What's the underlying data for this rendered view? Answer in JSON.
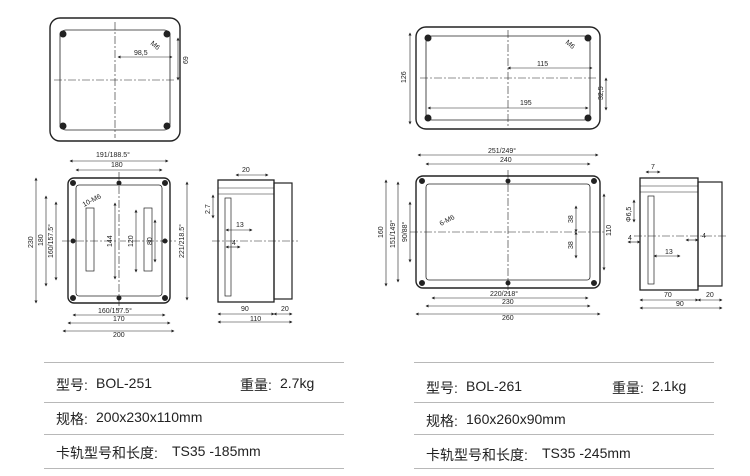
{
  "left": {
    "dims": {
      "top_w": "98,5",
      "top_h": "69",
      "top_thread": "M6",
      "w_outer": "191/188.5°",
      "w_inner": "180",
      "h_outer": "230",
      "h_a": "180",
      "h_b": "160/157.5°",
      "h_144": "144",
      "h_120": "120",
      "h_80": "80",
      "h_right": "221/218.5°",
      "thread_front": "10-M6",
      "w_bot": "160/157.5°",
      "w_170": "170",
      "w_200": "200",
      "side_20_top": "20",
      "side_2_7": "2.7",
      "side_13": "13",
      "side_4": "4",
      "side_90": "90",
      "side_20_bot": "20",
      "side_110": "110"
    },
    "spec": {
      "model_label": "型号:",
      "model": "BOL-251",
      "weight_label": "重量:",
      "weight": "2.7kg",
      "size_label": "规格:",
      "size": "200x230x110mm",
      "rail_label": "卡轨型号和长度:",
      "rail": "TS35 -185mm"
    }
  },
  "right": {
    "dims": {
      "top_h": "126",
      "top_115": "115",
      "top_32_5": "32,5",
      "top_195": "195",
      "top_thread": "M6",
      "w_outer": "251/249°",
      "w_240": "240",
      "h_160": "160",
      "h_151": "151/149°",
      "h_90": "90/88°",
      "h_38a": "38",
      "h_38b": "38",
      "h_110": "110",
      "thread_front": "6-M6",
      "w_220": "220/218°",
      "w_230": "230",
      "w_260": "260",
      "side_7": "7",
      "side_d6_5": "Φ6,5",
      "side_4a": "4",
      "side_13": "13",
      "side_4b": "4",
      "side_70": "70",
      "side_20": "20",
      "side_90": "90"
    },
    "spec": {
      "model_label": "型号:",
      "model": "BOL-261",
      "weight_label": "重量:",
      "weight": "2.1kg",
      "size_label": "规格:",
      "size": "160x260x90mm",
      "rail_label": "卡轨型号和长度:",
      "rail": "TS35 -245mm"
    }
  }
}
